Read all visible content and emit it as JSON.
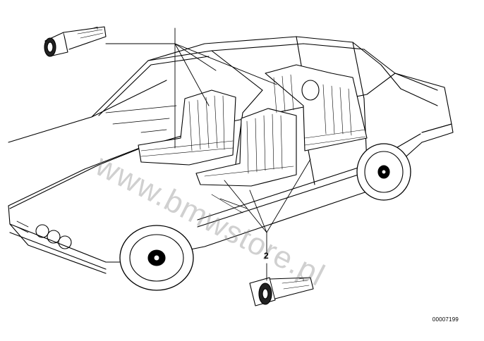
{
  "diagram": {
    "callouts": [
      {
        "id": "upper",
        "label": ""
      },
      {
        "id": "lower",
        "label": "2"
      }
    ],
    "part_number": "00007199",
    "watermark": "www.bmwstore.pl"
  }
}
